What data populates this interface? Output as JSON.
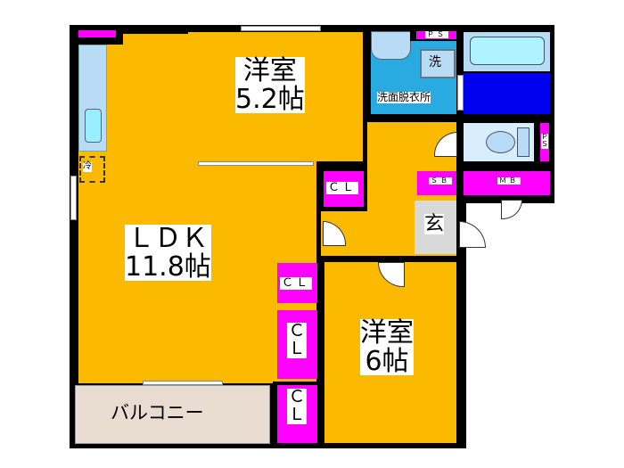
{
  "rooms": {
    "ldk": {
      "name": "ＬＤＫ",
      "size": "11.8帖"
    },
    "bedroom1": {
      "name": "洋室",
      "size": "5.2帖"
    },
    "bedroom2": {
      "name": "洋室",
      "size": "6帖"
    },
    "washroom": {
      "name": "洗面脱衣所"
    },
    "washer": {
      "name": "洗"
    },
    "entrance": {
      "name": "玄"
    },
    "balcony": {
      "name": "バルコニー"
    },
    "fridge": {
      "name": "冷"
    }
  },
  "storage": {
    "cl1": "ＣＬ",
    "cl2": "ＣＬ",
    "cl3": "ＣＬ",
    "cl4": "ＣＬ",
    "ps1": "ＰＳ",
    "ps2": "ＰＳ",
    "sb": "ＳＢ",
    "mb": "ＭＢ"
  },
  "colors": {
    "room": "#fbb900",
    "storage": "#ff00ff",
    "wash": "#29abe2",
    "bath": "#0000ee",
    "fixture": "#b8dcf6",
    "entrance": "#d9d9d9",
    "balcony": "#e8ddd0"
  }
}
